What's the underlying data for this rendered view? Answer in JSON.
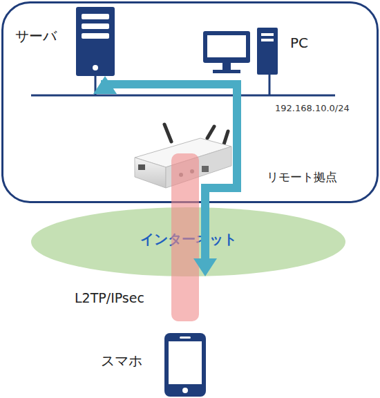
{
  "diagram": {
    "nodes": [
      {
        "text": [
          "リモート拠点"
        ]
      },
      {
        "text": [
          "サーバ"
        ],
        "in": 0
      },
      {
        "text": [
          "PC"
        ],
        "in": 0
      },
      {
        "text": [
          "インターネット"
        ]
      },
      {
        "text": [
          "スマホ"
        ]
      }
    ],
    "edges": [
      {
        "from": 1,
        "to": 3,
        "arrow": "both"
      }
    ],
    "labels": [
      "192.168.10.0/24",
      "L2TP/IPsec"
    ]
  }
}
